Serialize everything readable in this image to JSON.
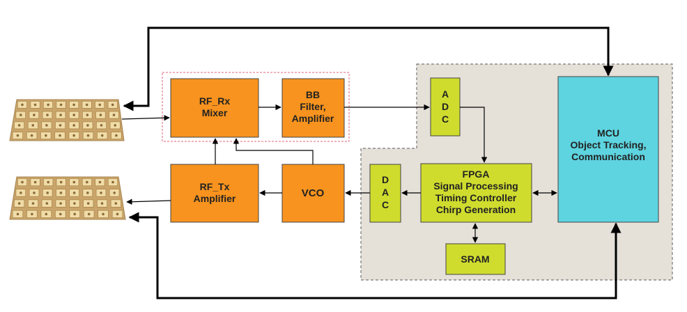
{
  "blocks": {
    "rf_rx": {
      "line1": "RF_Rx",
      "line2": "Mixer"
    },
    "bb": {
      "line1": "BB",
      "line2": "Filter,",
      "line3": "Amplifier"
    },
    "rf_tx": {
      "line1": "RF_Tx",
      "line2": "Amplifier"
    },
    "vco": {
      "line1": "VCO"
    },
    "adc": {
      "c1": "A",
      "c2": "D",
      "c3": "C"
    },
    "dac": {
      "c1": "D",
      "c2": "A",
      "c3": "C"
    },
    "fpga": {
      "line1": "FPGA",
      "line2": "Signal Processing",
      "line3": "Timing Controller",
      "line4": "Chirp Generation"
    },
    "mcu": {
      "line1": "MCU",
      "line2": "Object Tracking,",
      "line3": "Communication"
    },
    "sram": {
      "line1": "SRAM"
    }
  },
  "antennas": [
    "rx-antenna-array",
    "tx-antenna-array"
  ],
  "colors": {
    "rf_block": "#f7931e",
    "digital_block": "#cfdc2e",
    "mcu_block": "#5dd4e0",
    "digital_region": "#e5e0d8",
    "rf_region_border": "#e0607a",
    "antenna_bg": "#c9a46a",
    "antenna_patch": "#f0dca8"
  }
}
